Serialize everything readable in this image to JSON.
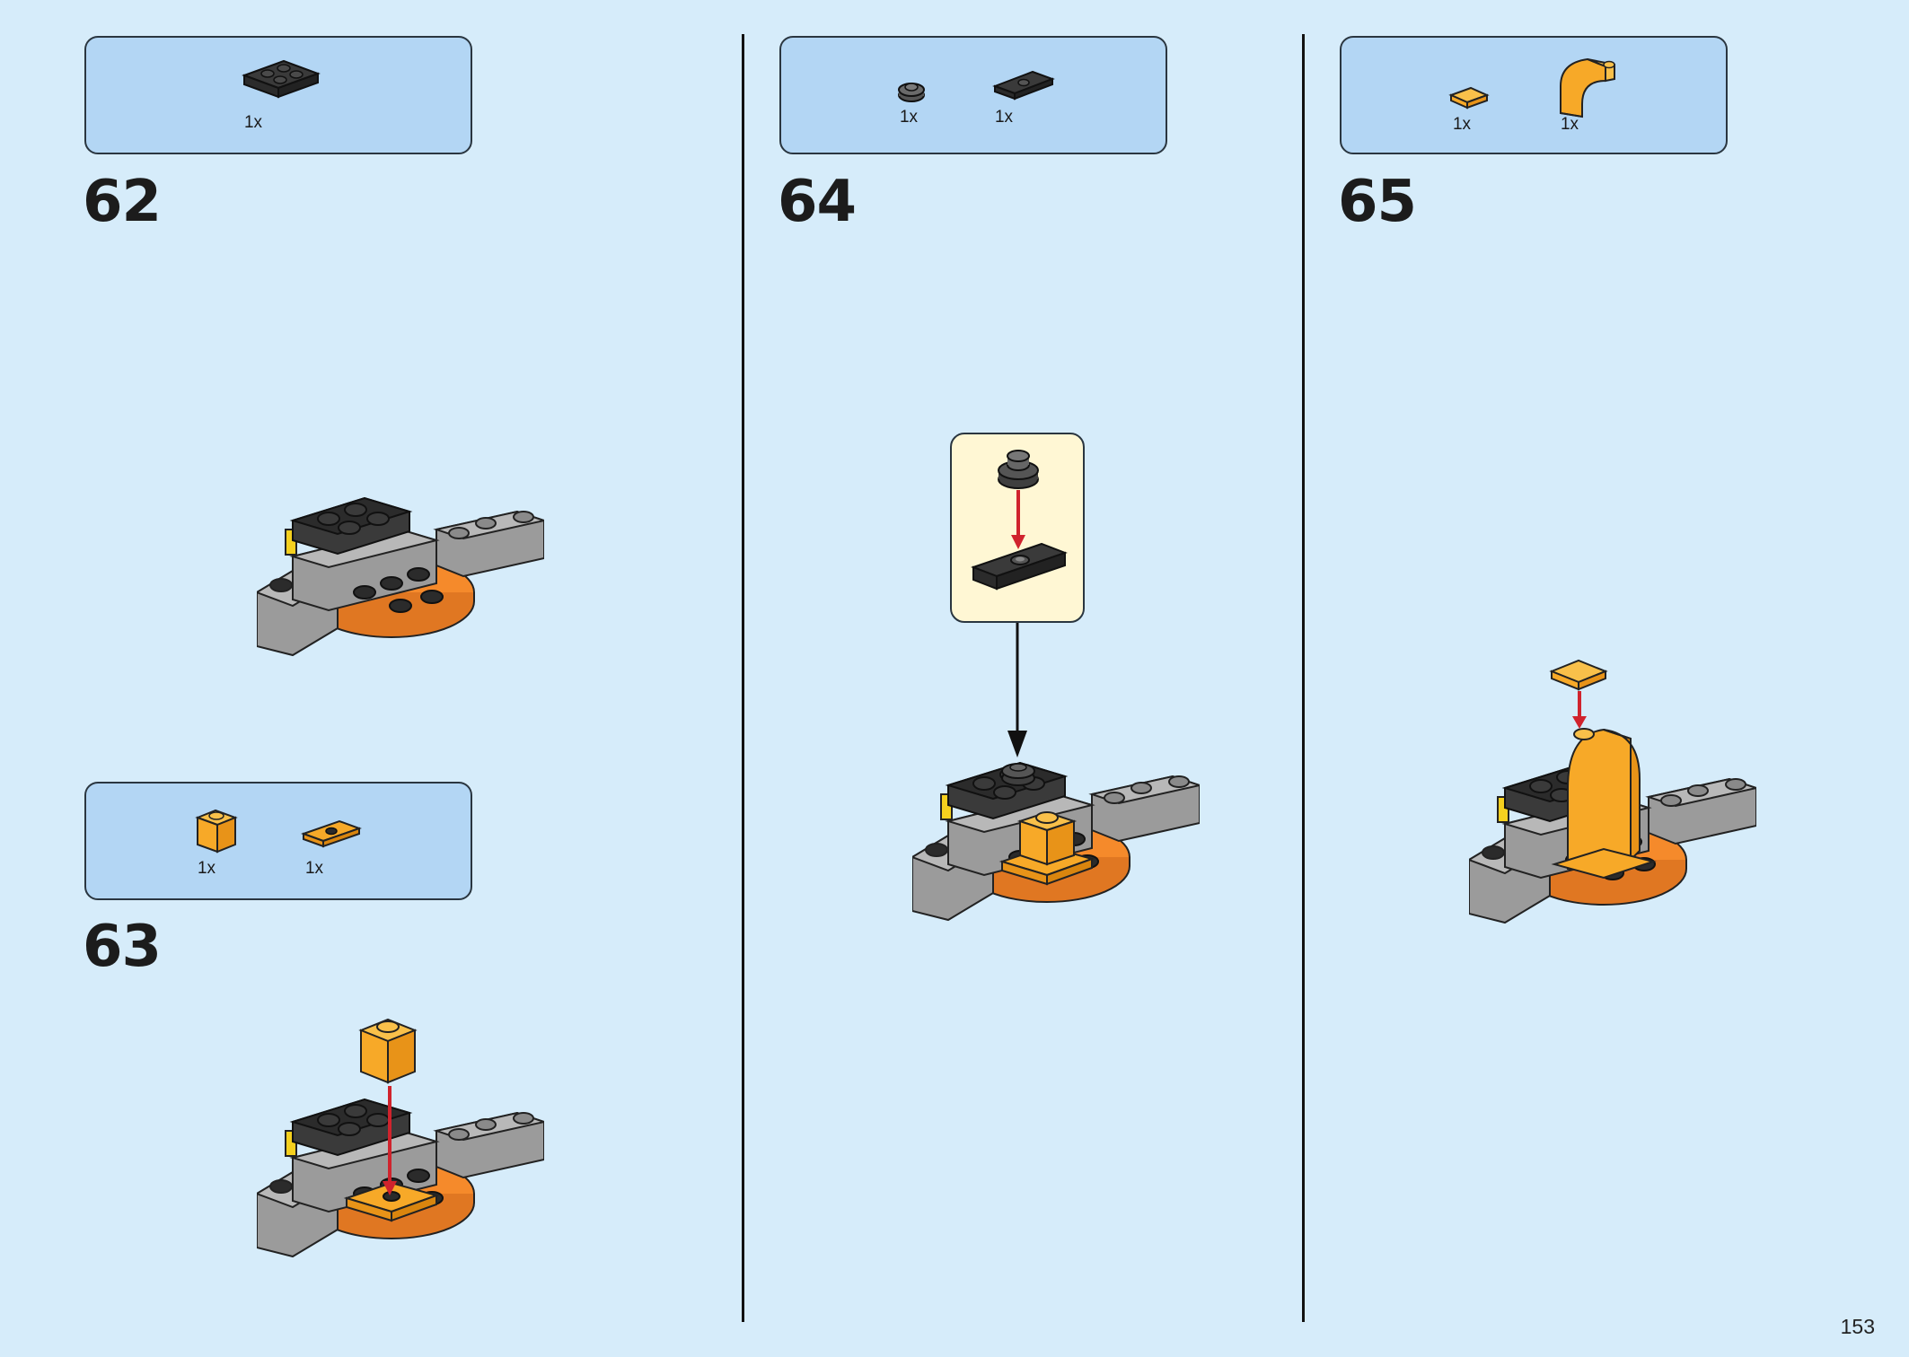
{
  "steps": [
    {
      "number": "62",
      "parts": [
        {
          "qty": "1x",
          "piece": "black plate 2x2"
        }
      ]
    },
    {
      "number": "63",
      "parts": [
        {
          "qty": "1x",
          "piece": "orange brick 1x1"
        },
        {
          "qty": "1x",
          "piece": "orange jumper plate 1x2"
        }
      ]
    },
    {
      "number": "64",
      "parts": [
        {
          "qty": "1x",
          "piece": "dark grey round plate 1x1"
        },
        {
          "qty": "1x",
          "piece": "black jumper plate 1x2"
        }
      ]
    },
    {
      "number": "65",
      "parts": [
        {
          "qty": "1x",
          "piece": "orange tile 1x1"
        },
        {
          "qty": "1x",
          "piece": "orange curved slope arch"
        }
      ]
    }
  ],
  "page_number": "153",
  "colors": {
    "background": "#d6ecfa",
    "parts_box": "#b3d6f4",
    "callout_box": "#fff7d4",
    "arrow_red": "#d0232d",
    "brick_orange": "#f7a928",
    "base_orange": "#f58a2b",
    "brick_grey": "#9b9b9b",
    "brick_black": "#2b2b2b"
  }
}
